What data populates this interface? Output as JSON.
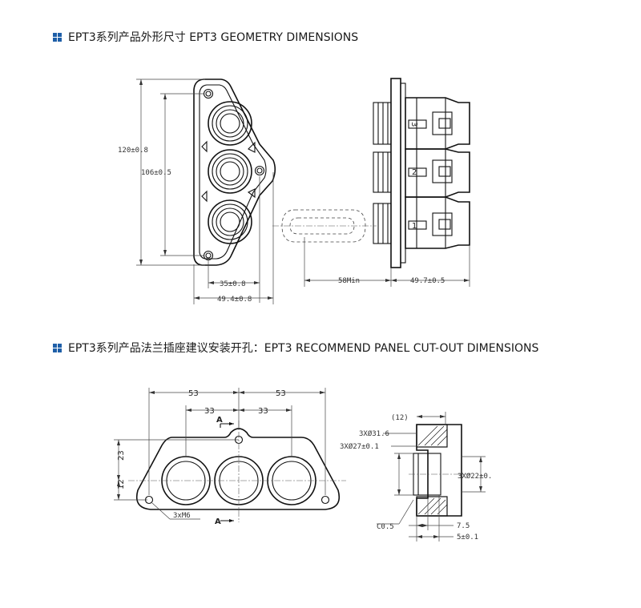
{
  "titles": {
    "geometry": "EPT3系列产品外形尺寸 EPT3 GEOMETRY DIMENSIONS",
    "cutout": "EPT3系列产品法兰插座建议安装开孔：EPT3 RECOMMEND PANEL CUT-OUT DIMENSIONS"
  },
  "colors": {
    "accent": "#1f5fa8",
    "line": "#111111"
  },
  "icons": {
    "section_bullet": "blue-squares-icon"
  },
  "geometry_dims": {
    "height_outer": "120±0.8",
    "height_inner": "106±0.5",
    "pitch_35": "35±0.8",
    "width_494": "49.4±0.8",
    "min_58": "58Min",
    "depth_497": "49.7±0.5",
    "pin_labels": [
      "3",
      "2",
      "1"
    ]
  },
  "cutout_dims": {
    "span_left": "53",
    "span_right": "53",
    "pitch_left": "33",
    "pitch_right": "33",
    "section_top": "A",
    "section_bottom": "A",
    "height_23": "23",
    "height_12": "12",
    "thread": "3xM6",
    "ref_12": "(12)",
    "dia_316": "3XØ31.6",
    "dia_27": "3XØ27±0.1",
    "dia_22": "3XØ22±0.",
    "chamfer": "C0.5",
    "depth_75": "7.5",
    "depth_5": "5±0.1"
  }
}
